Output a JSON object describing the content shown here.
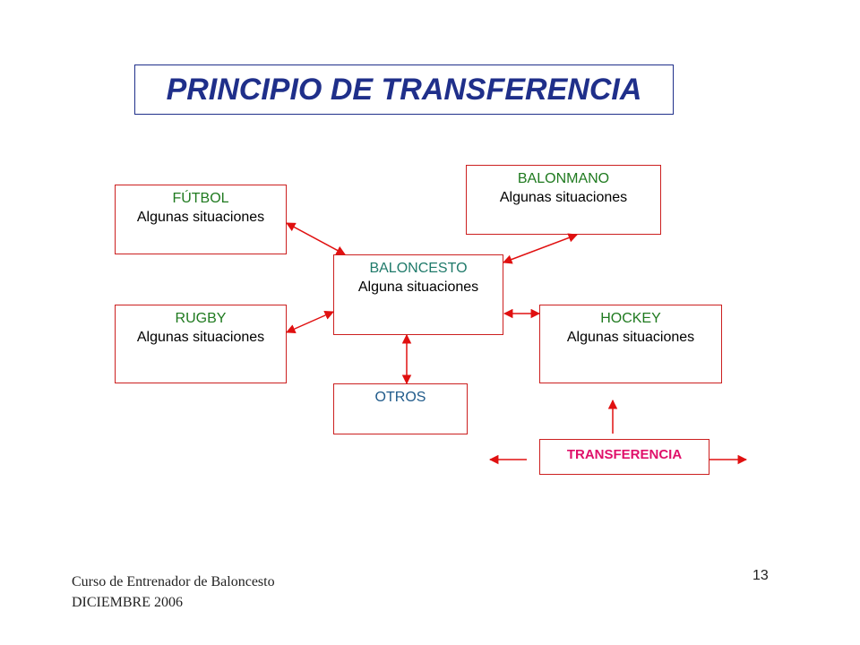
{
  "slide": {
    "title": "PRINCIPIO DE TRANSFERENCIA",
    "page_number": "13",
    "footer_line1": "Curso de Entrenador de Baloncesto",
    "footer_line2": "DICIEMBRE 2006"
  },
  "nodes": {
    "futbol": {
      "name": "FÚTBOL",
      "sub": "Algunas situaciones"
    },
    "balonmano": {
      "name": "BALONMANO",
      "sub": "Algunas situaciones"
    },
    "baloncesto": {
      "name": "BALONCESTO",
      "sub": "Alguna situaciones"
    },
    "rugby": {
      "name": "RUGBY",
      "sub": "Algunas situaciones"
    },
    "hockey": {
      "name": "HOCKEY",
      "sub": "Algunas situaciones"
    },
    "otros": {
      "name": "OTROS"
    },
    "transferencia": {
      "name": "TRANSFERENCIA"
    }
  },
  "colors": {
    "title": "#1f2f8a",
    "arrow": "#e01010",
    "node_border": "#cc1f1f",
    "transfer_text": "#e0106a"
  }
}
